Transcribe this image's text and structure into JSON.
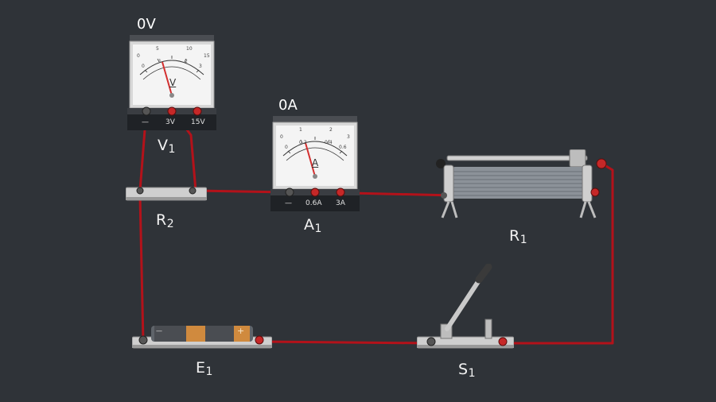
{
  "voltmeter": {
    "reading": "0V",
    "name": "V",
    "name_sub": "1",
    "face_letter": "V",
    "terminal_labels": [
      "—",
      "3V",
      "15V"
    ],
    "scale_top": [
      "0",
      "5",
      "10",
      "15"
    ],
    "scale_bottom": [
      "0",
      "1",
      "2",
      "3"
    ]
  },
  "ammeter": {
    "reading": "0A",
    "name": "A",
    "name_sub": "1",
    "face_letter": "A",
    "terminal_labels": [
      "—",
      "0.6A",
      "3A"
    ],
    "scale_top": [
      "0",
      "1",
      "2",
      "3"
    ],
    "scale_bottom": [
      "0",
      "0.2",
      "0.4",
      "0.6"
    ]
  },
  "components": {
    "r2": {
      "name": "R",
      "sub": "2"
    },
    "r1": {
      "name": "R",
      "sub": "1"
    },
    "e1": {
      "name": "E",
      "sub": "1"
    },
    "s1": {
      "name": "S",
      "sub": "1"
    }
  },
  "battery": {
    "minus": "—",
    "plus": "+"
  },
  "colors": {
    "background": "#2f3338",
    "wire": "#b3121a",
    "terminal_red": "#c62828",
    "meter_face": "#f4f4f4",
    "needle": "#d32f2f"
  }
}
